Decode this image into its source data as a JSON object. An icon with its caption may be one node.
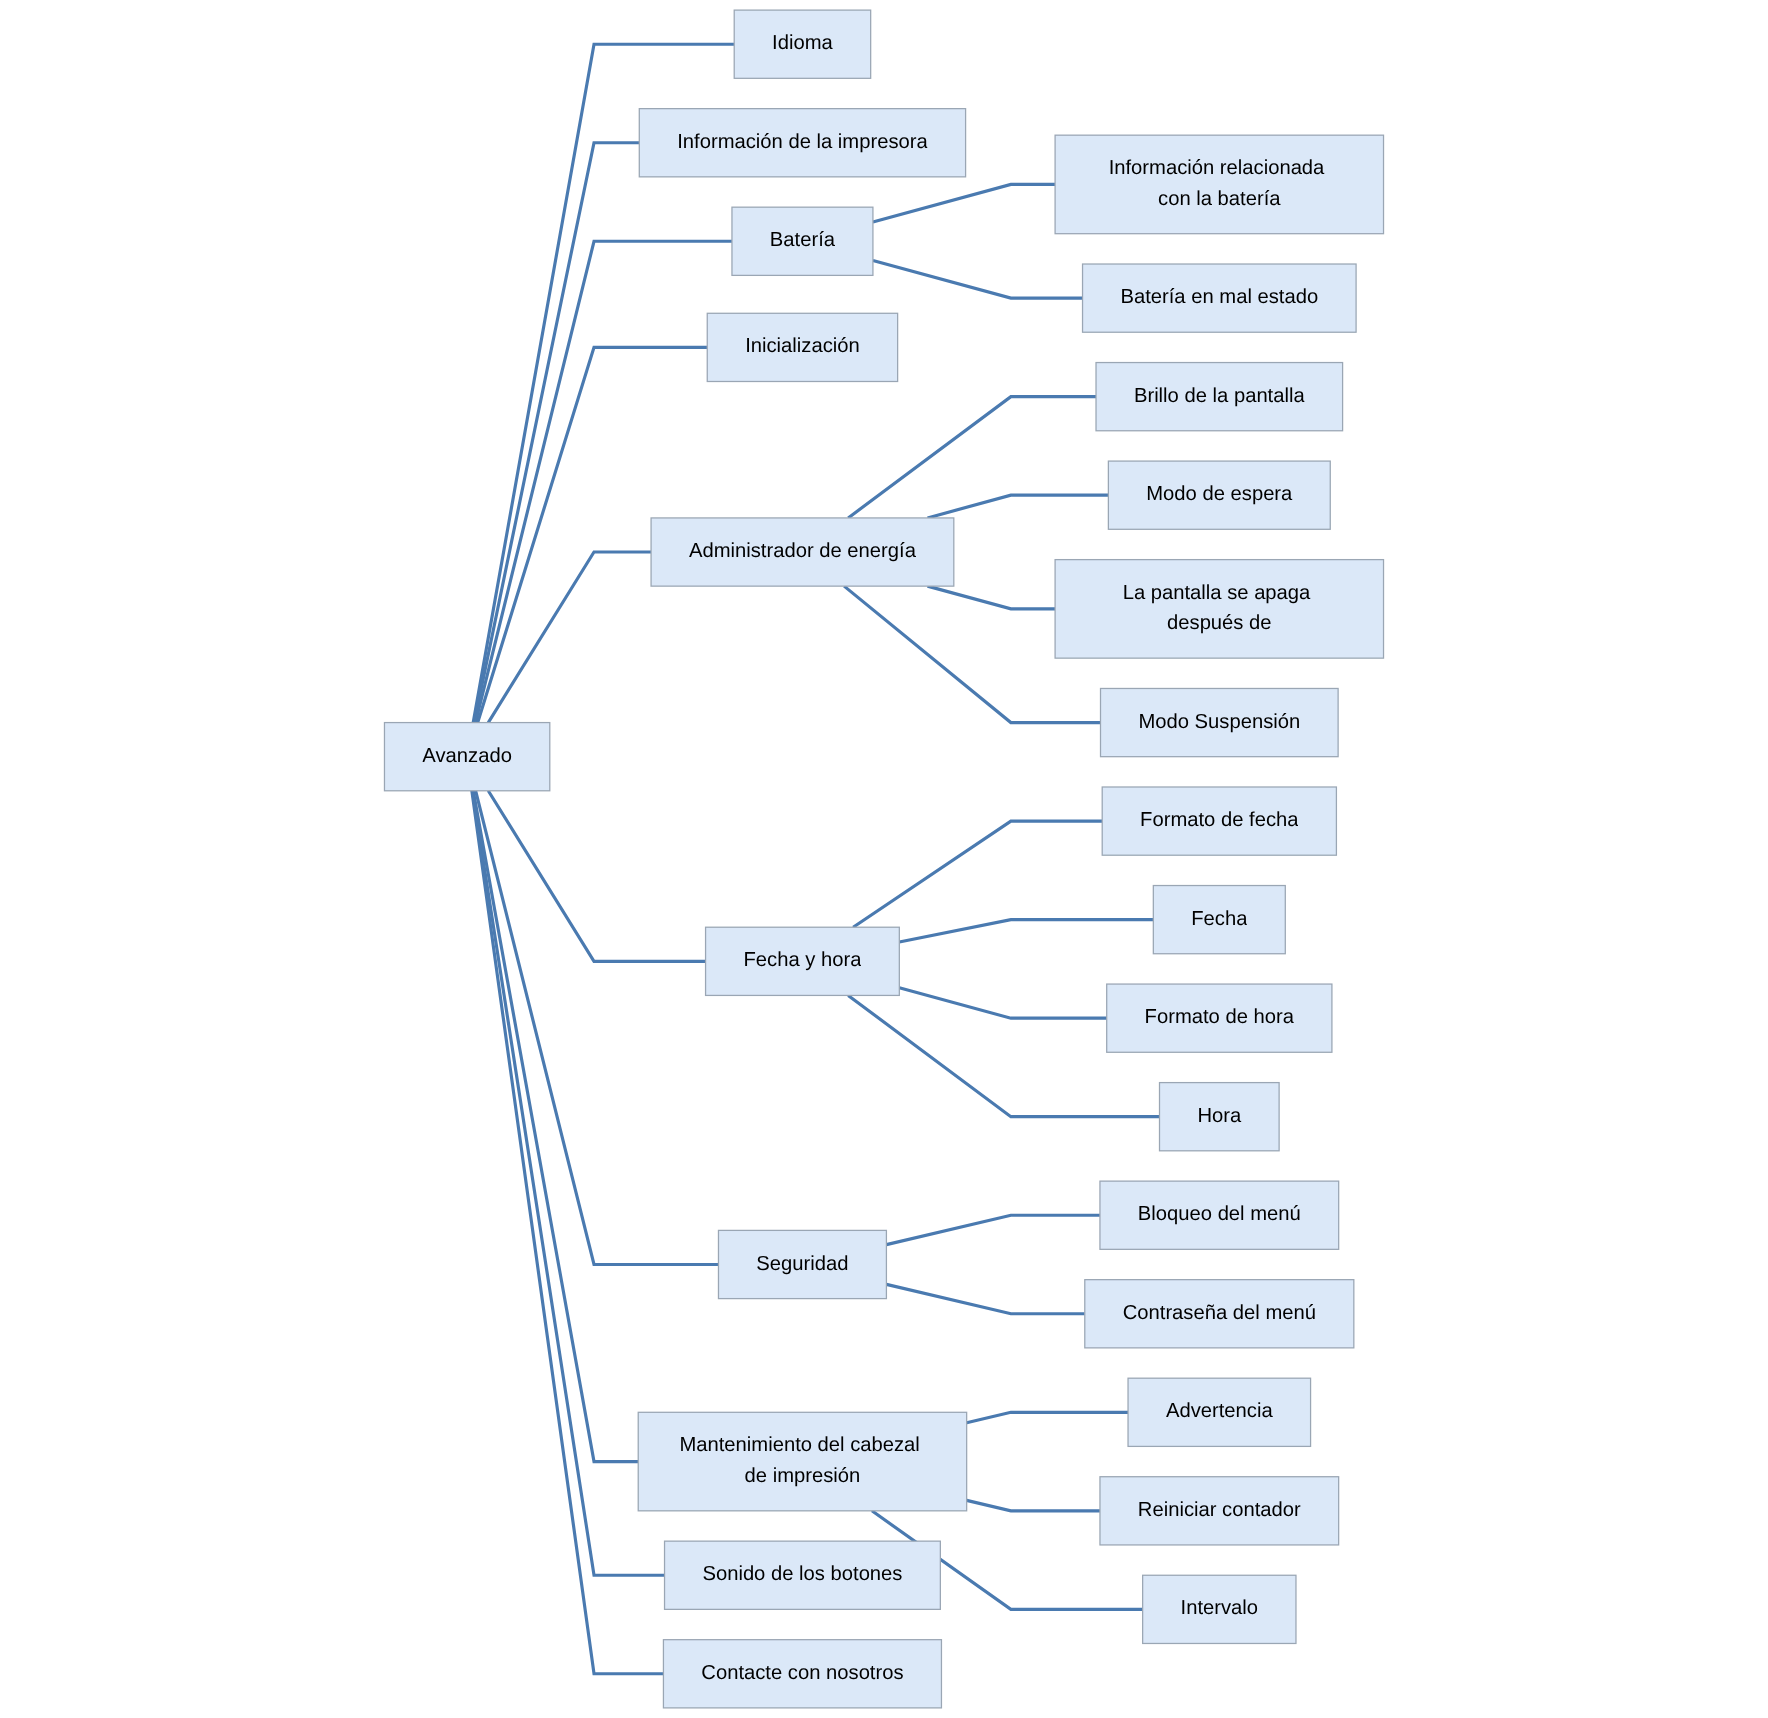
{
  "diagram": {
    "nodes": [
      {
        "text": [
          "Avanzado"
        ]
      },
      {
        "text": [
          "Idioma"
        ]
      },
      {
        "text": [
          "Información de la impresora"
        ]
      },
      {
        "text": [
          "Batería"
        ]
      },
      {
        "text": [
          "Información relacionada con la batería"
        ]
      },
      {
        "text": [
          "Batería en mal estado"
        ]
      },
      {
        "text": [
          "Inicialización"
        ]
      },
      {
        "text": [
          "Administrador de energía"
        ]
      },
      {
        "text": [
          "Brillo de la pantalla"
        ]
      },
      {
        "text": [
          "Modo de espera"
        ]
      },
      {
        "text": [
          "La pantalla se apaga después de"
        ]
      },
      {
        "text": [
          "Modo Suspensión"
        ]
      },
      {
        "text": [
          "Fecha y hora"
        ]
      },
      {
        "text": [
          "Formato de fecha"
        ]
      },
      {
        "text": [
          "Fecha"
        ]
      },
      {
        "text": [
          "Formato de hora"
        ]
      },
      {
        "text": [
          "Hora"
        ]
      },
      {
        "text": [
          "Seguridad"
        ]
      },
      {
        "text": [
          "Bloqueo del menú"
        ]
      },
      {
        "text": [
          "Contraseña del menú"
        ]
      },
      {
        "text": [
          "Mantenimiento del cabezal de impresión"
        ]
      },
      {
        "text": [
          "Advertencia"
        ]
      },
      {
        "text": [
          "Reiniciar contador"
        ]
      },
      {
        "text": [
          "Intervalo"
        ]
      },
      {
        "text": [
          "Sonido de los botones"
        ]
      },
      {
        "text": [
          "Contacte con nosotros"
        ]
      }
    ],
    "edges": [
      {
        "from": 0,
        "to": 1,
        "arrow": "none"
      },
      {
        "from": 0,
        "to": 2,
        "arrow": "none"
      },
      {
        "from": 0,
        "to": 3,
        "arrow": "none"
      },
      {
        "from": 3,
        "to": 4,
        "arrow": "none"
      },
      {
        "from": 3,
        "to": 5,
        "arrow": "none"
      },
      {
        "from": 0,
        "to": 6,
        "arrow": "none"
      },
      {
        "from": 0,
        "to": 7,
        "arrow": "none"
      },
      {
        "from": 7,
        "to": 8,
        "arrow": "none"
      },
      {
        "from": 7,
        "to": 9,
        "arrow": "none"
      },
      {
        "from": 7,
        "to": 10,
        "arrow": "none"
      },
      {
        "from": 7,
        "to": 11,
        "arrow": "none"
      },
      {
        "from": 0,
        "to": 12,
        "arrow": "none"
      },
      {
        "from": 12,
        "to": 13,
        "arrow": "none"
      },
      {
        "from": 12,
        "to": 14,
        "arrow": "none"
      },
      {
        "from": 12,
        "to": 15,
        "arrow": "none"
      },
      {
        "from": 12,
        "to": 16,
        "arrow": "none"
      },
      {
        "from": 0,
        "to": 17,
        "arrow": "none"
      },
      {
        "from": 17,
        "to": 18,
        "arrow": "none"
      },
      {
        "from": 17,
        "to": 19,
        "arrow": "none"
      },
      {
        "from": 0,
        "to": 20,
        "arrow": "none"
      },
      {
        "from": 20,
        "to": 21,
        "arrow": "none"
      },
      {
        "from": 20,
        "to": 22,
        "arrow": "none"
      },
      {
        "from": 20,
        "to": 23,
        "arrow": "none"
      },
      {
        "from": 0,
        "to": 24,
        "arrow": "none"
      },
      {
        "from": 0,
        "to": 25,
        "arrow": "none"
      }
    ]
  }
}
